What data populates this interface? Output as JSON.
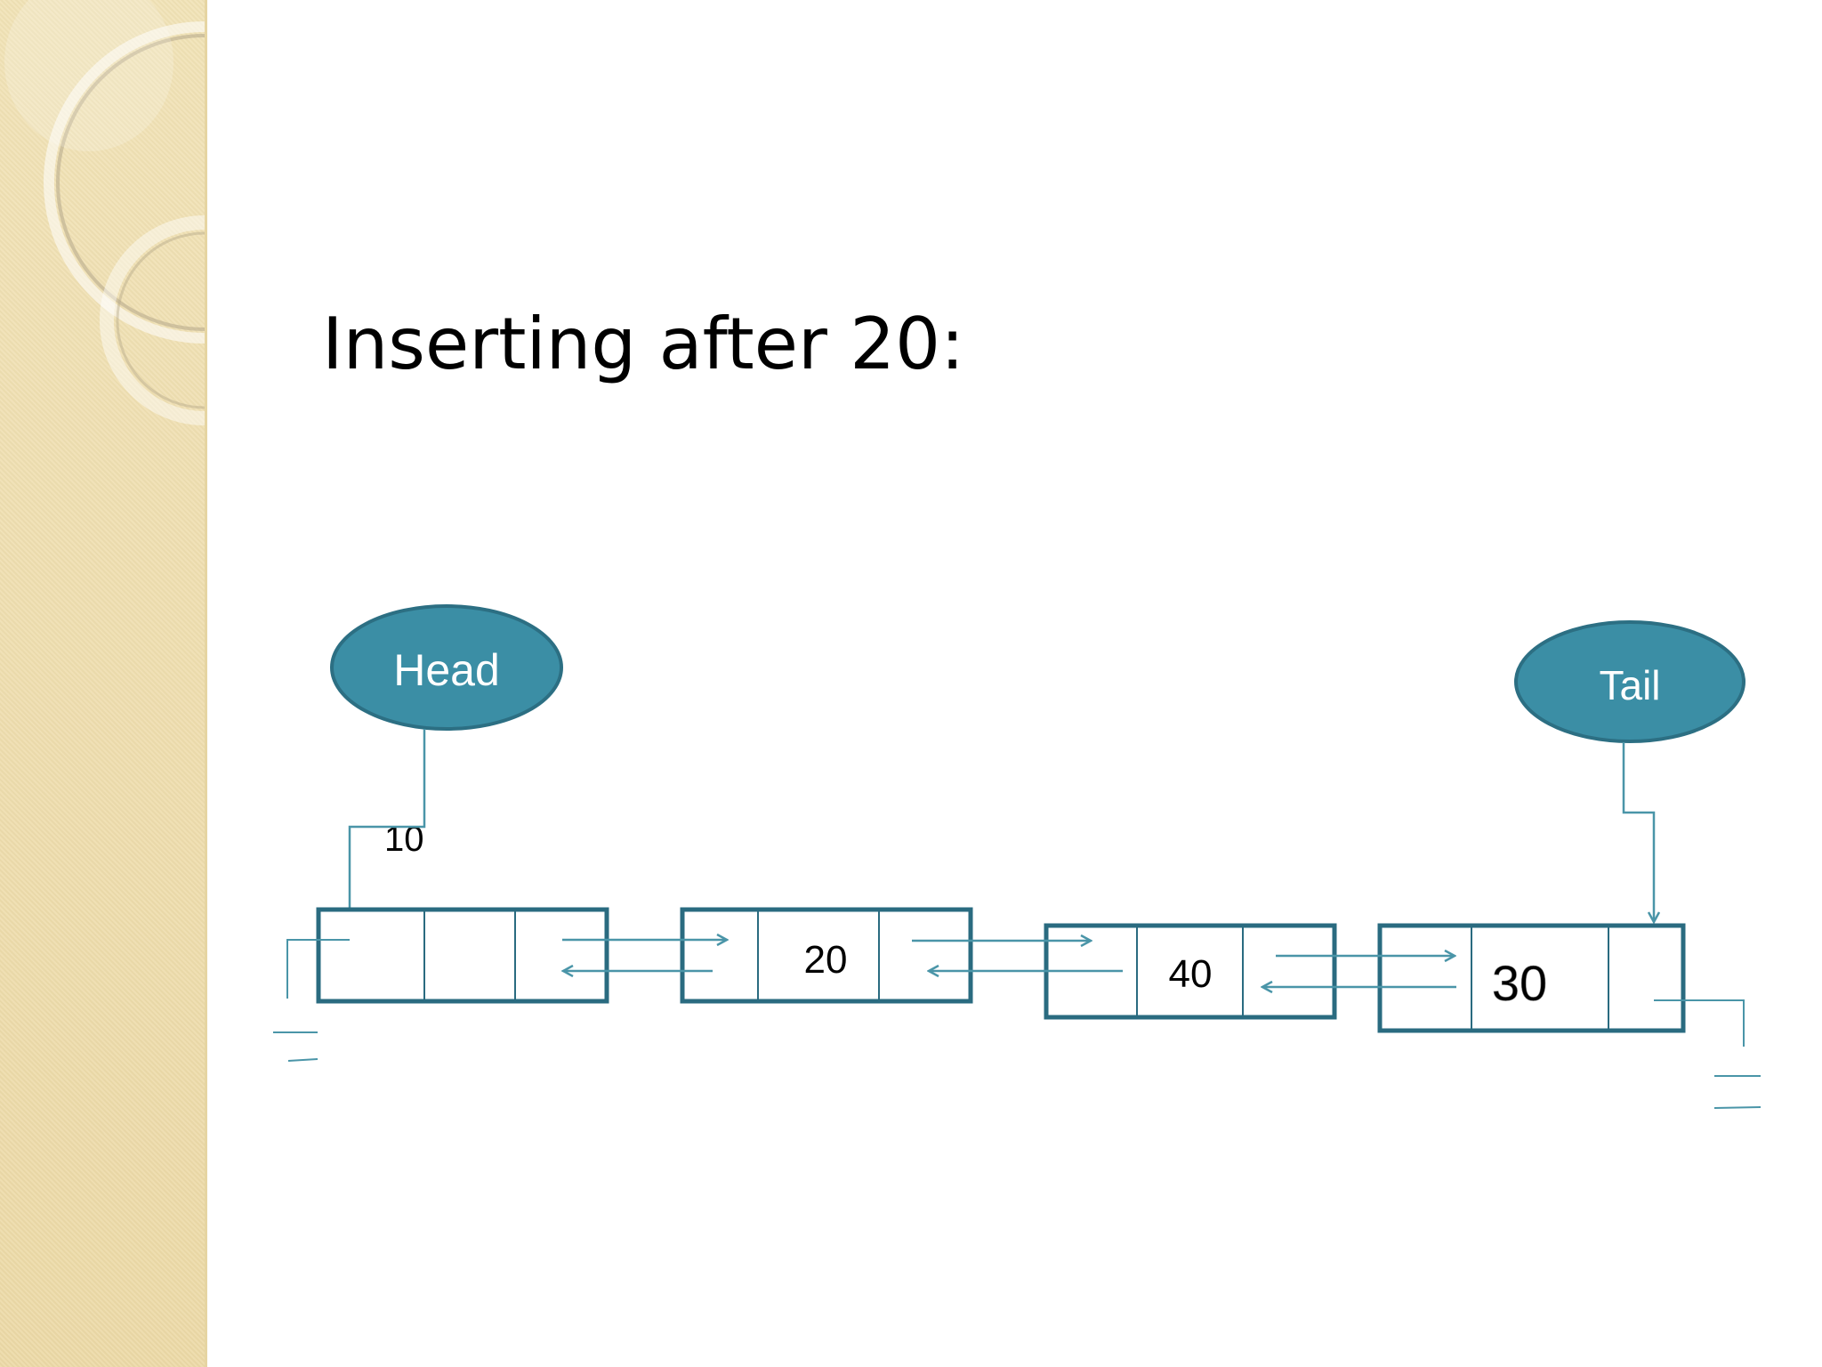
{
  "slide": {
    "title": "Inserting after 20:"
  },
  "diagram": {
    "head_label": "Head",
    "tail_label": "Tail",
    "stray_label": "10",
    "nodes": [
      {
        "value": ""
      },
      {
        "value": "20"
      },
      {
        "value": "40"
      },
      {
        "value": "30"
      }
    ]
  },
  "colors": {
    "bubble_fill": "#3b8ea5",
    "bubble_stroke": "#2c6f83",
    "node_stroke": "#2a6b80",
    "arrow": "#4a95a8",
    "sidebar": "#eedfb0"
  }
}
